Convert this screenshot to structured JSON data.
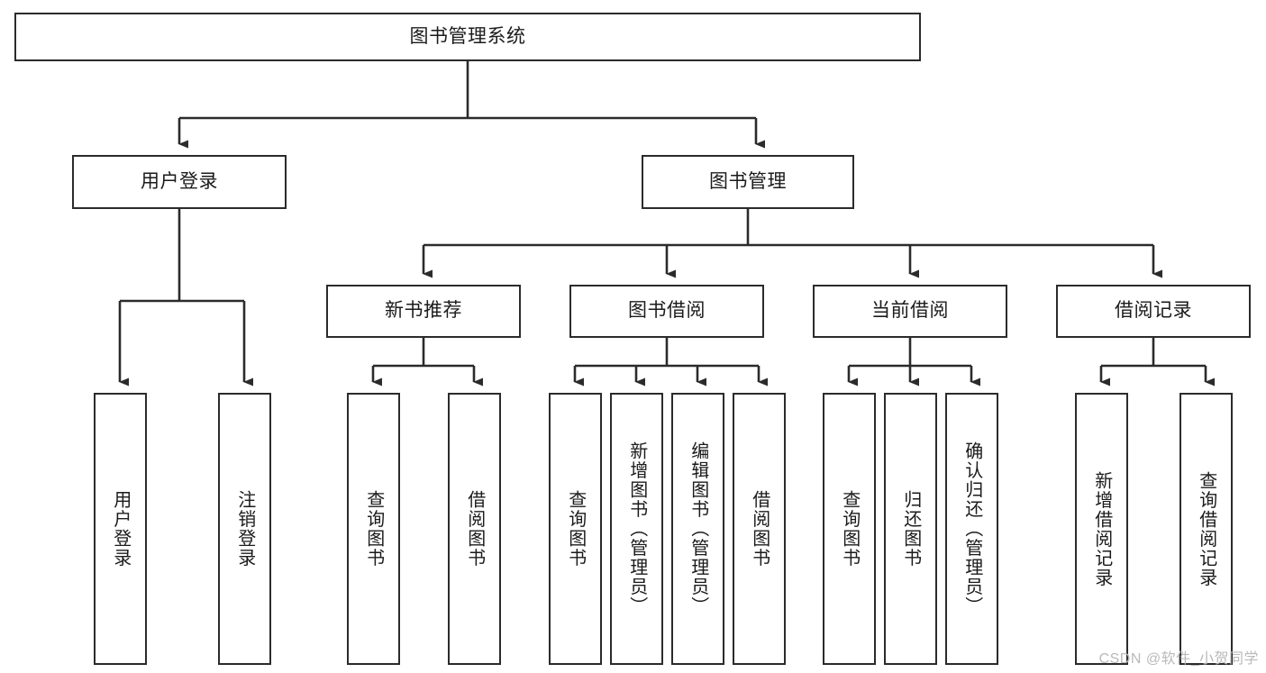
{
  "diagram": {
    "title": "图书管理系统",
    "watermark": "CSDN @软件_小贺同学",
    "stroke_color": "#2b2b2b",
    "background_color": "#ffffff",
    "text_color": "#1b1b1b",
    "root": {
      "id": "root",
      "label": "图书管理系统"
    },
    "level2": [
      {
        "id": "user-login",
        "label": "用户登录"
      },
      {
        "id": "book-management",
        "label": "图书管理"
      }
    ],
    "level3": [
      {
        "id": "new-book-recommend",
        "label": "新书推荐",
        "parent": "book-management"
      },
      {
        "id": "book-borrow",
        "label": "图书借阅",
        "parent": "book-management"
      },
      {
        "id": "current-borrow",
        "label": "当前借阅",
        "parent": "book-management"
      },
      {
        "id": "borrow-record",
        "label": "借阅记录",
        "parent": "book-management"
      }
    ],
    "leaves": [
      {
        "id": "leaf-user-login",
        "label": "用户登录",
        "parent": "user-login"
      },
      {
        "id": "leaf-user-logout",
        "label": "注销登录",
        "parent": "user-login"
      },
      {
        "id": "leaf-query-book-1",
        "label": "查询图书",
        "parent": "new-book-recommend"
      },
      {
        "id": "leaf-borrow-book-1",
        "label": "借阅图书",
        "parent": "new-book-recommend"
      },
      {
        "id": "leaf-query-book-2",
        "label": "查询图书",
        "parent": "book-borrow"
      },
      {
        "id": "leaf-add-book",
        "label": "新增图书（管理员）",
        "parent": "book-borrow"
      },
      {
        "id": "leaf-edit-book",
        "label": "编辑图书（管理员）",
        "parent": "book-borrow"
      },
      {
        "id": "leaf-borrow-book-2",
        "label": "借阅图书",
        "parent": "book-borrow"
      },
      {
        "id": "leaf-query-book-3",
        "label": "查询图书",
        "parent": "current-borrow"
      },
      {
        "id": "leaf-return-book",
        "label": "归还图书",
        "parent": "current-borrow"
      },
      {
        "id": "leaf-confirm-return",
        "label": "确认归还（管理员）",
        "parent": "current-borrow"
      },
      {
        "id": "leaf-add-record",
        "label": "新增借阅记录",
        "parent": "borrow-record"
      },
      {
        "id": "leaf-query-record",
        "label": "查询借阅记录",
        "parent": "borrow-record"
      }
    ]
  }
}
